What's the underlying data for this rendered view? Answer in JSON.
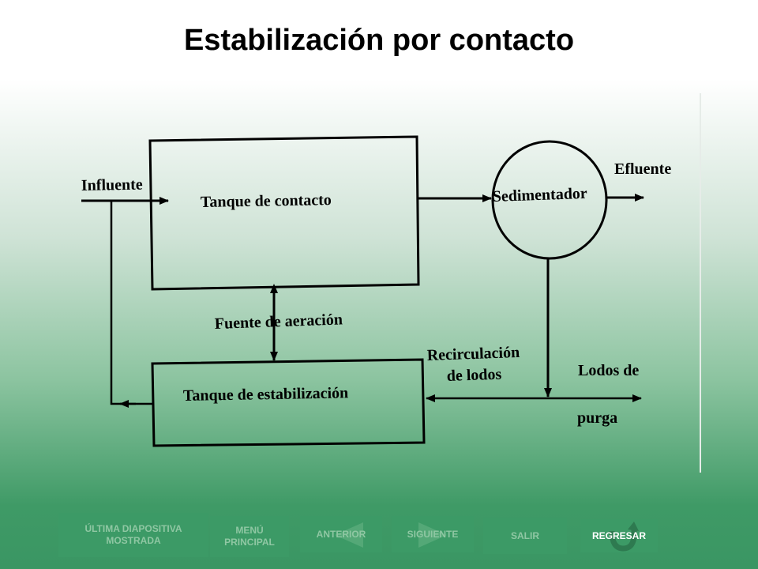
{
  "title": "Estabilización por contacto",
  "diagram": {
    "influente": "Influente",
    "tanque_contacto": "Tanque de contacto",
    "sedimentador": "Sedimentador",
    "efluente": "Efluente",
    "fuente_aeracion": "Fuente de aeración",
    "recirculacion_line1": "Recirculación",
    "recirculacion_line2": "de lodos",
    "lodos_line1": "Lodos de",
    "lodos_line2": "purga",
    "tanque_estabilizacion": "Tanque de estabilización"
  },
  "nav": {
    "ultima_line1": "ÚLTIMA DIAPOSITIVA",
    "ultima_line2": "MOSTRADA",
    "menu_line1": "MENÚ",
    "menu_line2": "PRINCIPAL",
    "anterior": "ANTERIOR",
    "siguiente": "SIGUIENTE",
    "salir": "SALIR",
    "regresar": "REGRESAR"
  },
  "colors": {
    "nav_bg": "#3c9a66",
    "nav_text": "#8fc7a3",
    "regresar_text": "#ffffff"
  }
}
